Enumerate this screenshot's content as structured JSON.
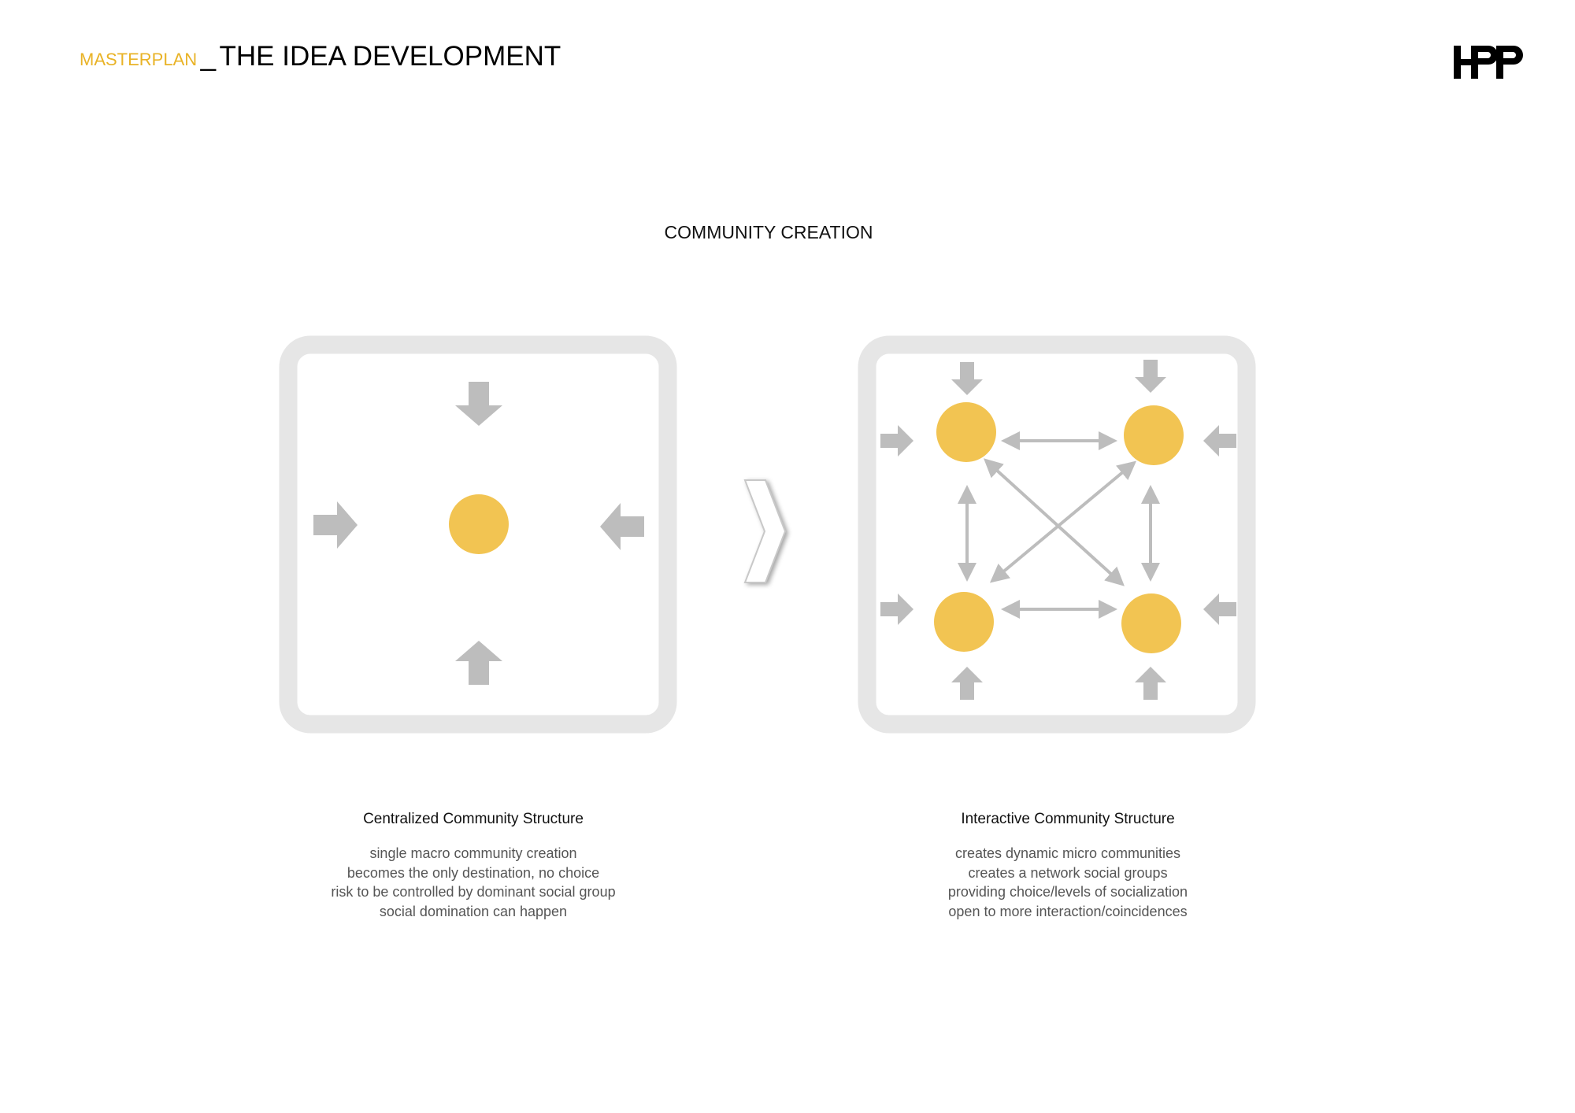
{
  "header": {
    "section": "MASTERPLAN",
    "separator": "_",
    "title": "THE IDEA DEVELOPMENT"
  },
  "logo": {
    "text": "HPP"
  },
  "diagram_title": "COMMUNITY CREATION",
  "colors": {
    "accent": "#f2c452",
    "arrow": "#bdbdbd",
    "frame": "#e6e6e6",
    "header_accent": "#e9b327"
  },
  "left": {
    "heading": "Centralized Community Structure",
    "lines": [
      "single macro community creation",
      "becomes the only destination, no choice",
      "risk to be controlled by dominant social group",
      "social domination can happen"
    ]
  },
  "right": {
    "heading": "Interactive Community Structure",
    "lines": [
      "creates dynamic micro communities",
      "creates a network social groups",
      "providing choice/levels of socialization",
      "open to more interaction/coincidences"
    ]
  }
}
